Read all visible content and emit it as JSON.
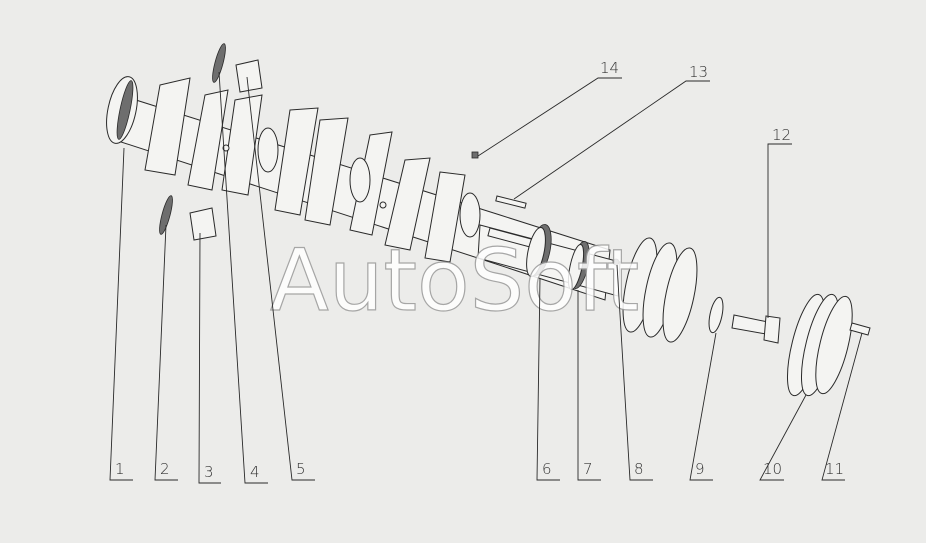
{
  "watermark": "AutoSoft",
  "callouts": [
    "1",
    "2",
    "3",
    "4",
    "5",
    "6",
    "7",
    "8",
    "9",
    "10",
    "11",
    "12",
    "13",
    "14"
  ]
}
